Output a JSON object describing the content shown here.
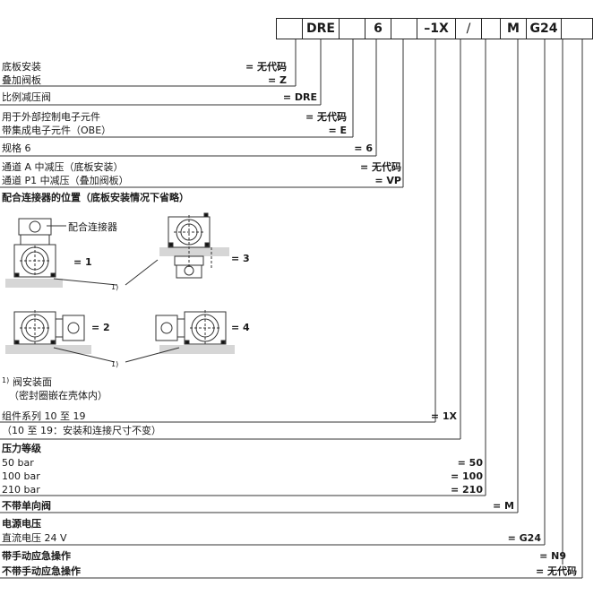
{
  "order_code": {
    "cells": [
      "",
      "DRE",
      "",
      "6",
      "",
      "–1X",
      "/",
      "",
      "M",
      "G24",
      ""
    ]
  },
  "rows": {
    "subplate_label": "底板安装",
    "subplate_code": "= 无代码",
    "sandwich_label": "叠加阀板",
    "sandwich_code": "= Z",
    "prop_label": "比例减压阀",
    "prop_code": "= DRE",
    "ext_label": "用于外部控制电子元件",
    "ext_code": "= 无代码",
    "obe_label": "带集成电子元件（OBE）",
    "obe_code": "= E",
    "size_label": "规格 6",
    "size_code": "= 6",
    "chA_label": "通道 A 中减压（底板安装）",
    "chA_code": "= 无代码",
    "chP_label": "通道 P1 中减压（叠加阀板）",
    "chP_code": "= VP",
    "conn_heading": "配合连接器的位置（底板安装情况下省略）",
    "mating_connector": "配合连接器",
    "pos1": "= 1",
    "pos2": "= 2",
    "pos3": "= 3",
    "pos4": "= 4",
    "footnote_mark_a": "1)",
    "footnote_mark_b": "1)",
    "footnote_sup": "1)",
    "footnote_text1": "阀安装面",
    "footnote_text2": "（密封圈嵌在壳体内）",
    "series_label": "组件系列 10 至 19",
    "series_code": "= 1X",
    "series_note": "（10 至 19：安装和连接尺寸不变）",
    "pressure_heading": "压力等级",
    "p50_label": "50 bar",
    "p50_code": "= 50",
    "p100_label": "100 bar",
    "p100_code": "= 100",
    "p210_label": "210 bar",
    "p210_code": "= 210",
    "check_label": "不带单向阀",
    "check_code": "= M",
    "voltage_heading": "电源电压",
    "voltage_label": "直流电压 24 V",
    "voltage_code": "= G24",
    "manual_label": "带手动应急操作",
    "manual_code": "= N9",
    "nomanual_label": "不带手动应急操作",
    "nomanual_code": "= 无代码"
  }
}
